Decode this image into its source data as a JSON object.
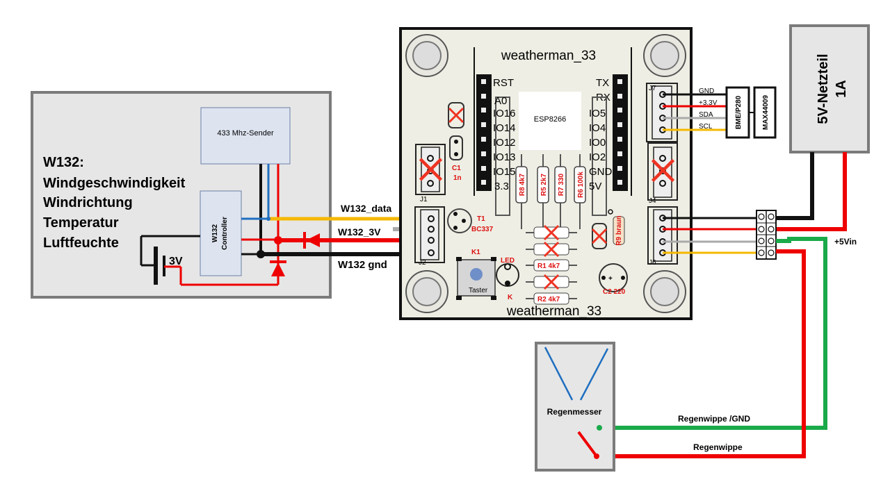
{
  "w132_box": {
    "title_lines": [
      "W132:",
      "Windgeschwindigkeit",
      "Windrichtung",
      "Temperatur",
      "Luftfeuchte"
    ],
    "sender_label": "433 Mhz-Sender",
    "controller_line1": "W132",
    "controller_line2": "Controller",
    "battery_label": "3V"
  },
  "wires": {
    "data": "W132_data",
    "v3": "W132_3V",
    "gnd": "W132 gnd"
  },
  "board": {
    "title_top": "weatherman_33",
    "title_bottom": "weatherman_33",
    "esp_label": "ESP8266",
    "rst": "RST",
    "tx": "TX",
    "rx": "RX",
    "left_header": [
      "A0",
      "IO16",
      "IO14",
      "IO12",
      "IO13",
      "IO15",
      "3.3"
    ],
    "right_header": [
      "IO5",
      "IO4",
      "IO0",
      "IO2",
      "GND",
      "5V"
    ],
    "c1": [
      "C1",
      "1n"
    ],
    "t1": [
      "T1",
      "BC337"
    ],
    "k1": "K1",
    "taster": "Taster",
    "led": "LED",
    "k": "K",
    "c2": "C2 220",
    "plus": "+",
    "r1": "R1  4k7",
    "r2": "R2  4k7",
    "r5": "R5  2k7",
    "r6": "R6 100k",
    "r7": "R7  330",
    "r8": "R8  4k7",
    "r9": "R9 braun",
    "j1": "J1",
    "j2": "J2",
    "j4": "J4",
    "j6": "J6",
    "j7": "J7"
  },
  "i2c": {
    "pins": [
      "GND",
      "+3.3V",
      "SDA",
      "SCL"
    ],
    "sensor1": "BME/P280",
    "sensor2": "MAX44009"
  },
  "psu": {
    "line1": "5V-Netzteil",
    "line2": "1A",
    "vin": "+5Vin"
  },
  "rain": {
    "title": "Regenmesser",
    "gnd_wire": "Regenwippe /GND",
    "sig_wire": "Regenwippe"
  }
}
